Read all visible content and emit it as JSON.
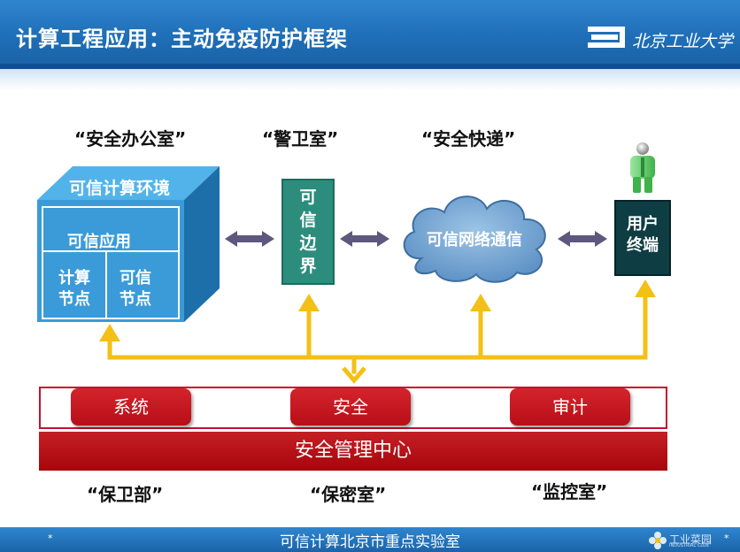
{
  "header": {
    "title": "计算工程应用：主动免疫防护框架",
    "logo_text": "北京工业大学"
  },
  "captions": {
    "office": "“安全办公室”",
    "guard": "“警卫室”",
    "express": "“安全快递”",
    "security_dept": "“保卫部”",
    "secrecy_room": "“保密室”",
    "monitor_room": "“监控室”"
  },
  "cube": {
    "top": "可信计算环境",
    "app": "可信应用",
    "node_compute": [
      "计算",
      "节点"
    ],
    "node_trust": [
      "可信",
      "节点"
    ]
  },
  "border": {
    "chars": [
      "可",
      "信",
      "边",
      "界"
    ]
  },
  "cloud": {
    "label": "可信网络通信"
  },
  "terminal": {
    "lines": [
      "用户",
      "终端"
    ]
  },
  "management": {
    "pills": [
      "系统",
      "安全",
      "审计"
    ],
    "center": "安全管理中心"
  },
  "footer": {
    "text": "可信计算北京市重点实验室",
    "star_left": "*",
    "star_right": "*",
    "watermark": "工业菜园",
    "watermark_sub": "INDUSTRIAL CLUB"
  },
  "colors": {
    "header_blue": "#1f6fb8",
    "cube_blue": "#3a9bd8",
    "border_green": "#2c8d7c",
    "cloud_blue": "#6aa0cf",
    "terminal_teal": "#0f3d44",
    "arrow_yellow": "#f3c015",
    "arrow_purple": "#5e577e",
    "management_red": "#b80f18"
  }
}
